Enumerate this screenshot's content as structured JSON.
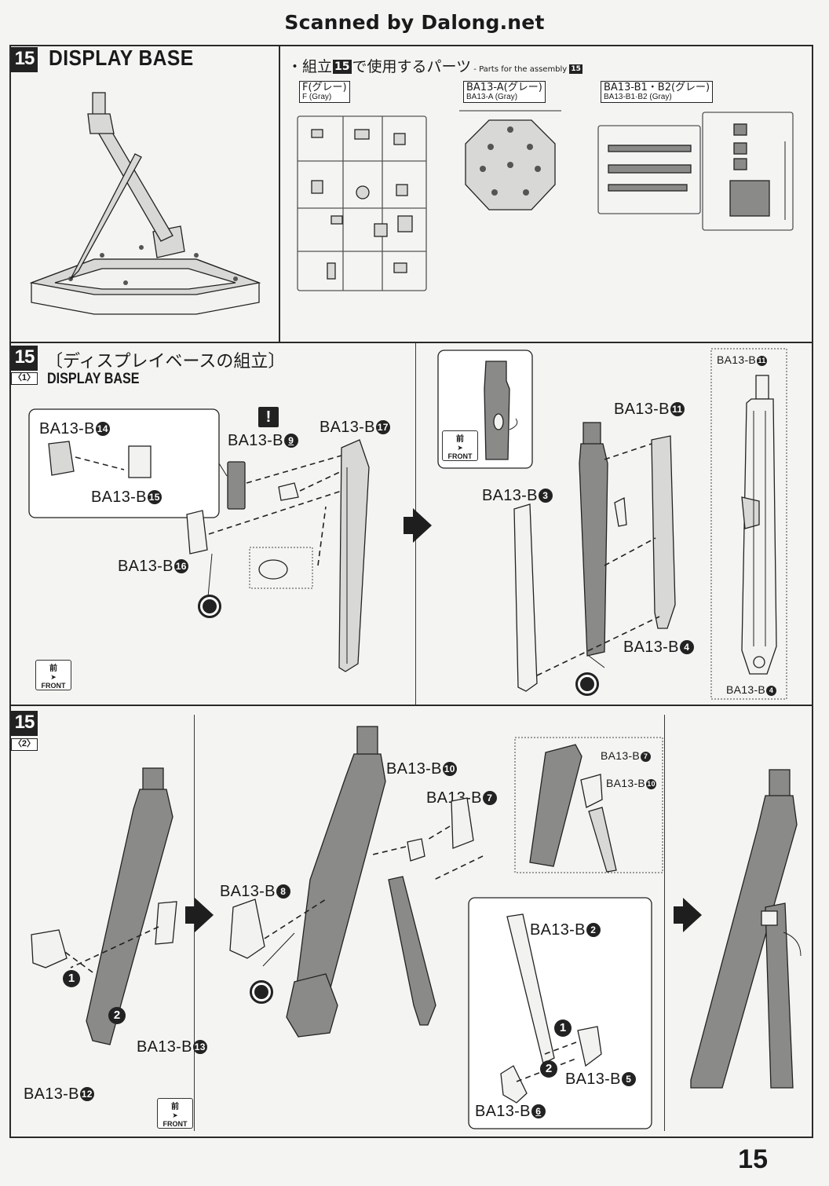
{
  "scan_credit": "Scanned by Dalong.net",
  "page_number": "15",
  "section_top": {
    "step": "15",
    "title": "DISPLAY BASE",
    "parts_heading": {
      "prefix": "・組立",
      "step": "15",
      "suffix": "で使用するパーツ",
      "en": " - Parts for the assembly ",
      "en_step": "15"
    },
    "runners": [
      {
        "jp": "F(グレー)",
        "en": "F (Gray)"
      },
      {
        "jp": "BA13-A(グレー)",
        "en": "BA13-A (Gray)"
      },
      {
        "jp": "BA13-B1・B2(グレー)",
        "en": "BA13-B1·B2 (Gray)"
      }
    ]
  },
  "section_1": {
    "step": "15",
    "substep": "〈1〉",
    "title_jp": "〔ディスプレイベースの組立〕",
    "title_en": "DISPLAY BASE",
    "labels": {
      "b14": {
        "text": "BA13-B",
        "num": "14"
      },
      "b15": {
        "text": "BA13-B",
        "num": "15"
      },
      "b9": {
        "text": "BA13-B",
        "num": "9"
      },
      "b17": {
        "text": "BA13-B",
        "num": "17"
      },
      "b16": {
        "text": "BA13-B",
        "num": "16"
      },
      "b11": {
        "text": "BA13-B",
        "num": "11"
      },
      "b3": {
        "text": "BA13-B",
        "num": "3"
      },
      "b4": {
        "text": "BA13-B",
        "num": "4"
      },
      "b11_detail": {
        "text": "BA13-B",
        "num": "11"
      },
      "b4_detail": {
        "text": "BA13-B",
        "num": "4"
      }
    },
    "caution": "!",
    "front": {
      "jp": "前",
      "en": "FRONT"
    }
  },
  "section_2": {
    "step": "15",
    "substep": "〈2〉",
    "labels": {
      "b12": {
        "text": "BA13-B",
        "num": "12"
      },
      "b13": {
        "text": "BA13-B",
        "num": "13"
      },
      "b10": {
        "text": "BA13-B",
        "num": "10"
      },
      "b7": {
        "text": "BA13-B",
        "num": "7"
      },
      "b8": {
        "text": "BA13-B",
        "num": "8"
      },
      "b2": {
        "text": "BA13-B",
        "num": "2"
      },
      "b5": {
        "text": "BA13-B",
        "num": "5"
      },
      "b6": {
        "text": "BA13-B",
        "num": "6"
      },
      "b7_detail": {
        "text": "BA13-B",
        "num": "7"
      },
      "b10_detail": {
        "text": "BA13-B",
        "num": "10"
      }
    },
    "seq": [
      "1",
      "2"
    ],
    "front": {
      "jp": "前",
      "en": "FRONT"
    }
  }
}
